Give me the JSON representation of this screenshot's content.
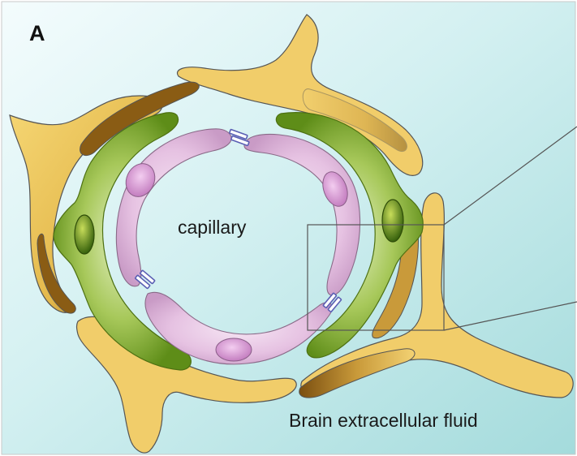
{
  "panel_label": "A",
  "labels": {
    "capillary": "capillary",
    "extracellular": "Brain extracellular fluid"
  },
  "colors": {
    "background_light": "#eaf8fa",
    "background_dark": "#a6dcdd",
    "astrocyte_fill": "#f1cd6a",
    "astrocyte_dark": "#8a5c14",
    "pericyte_fill": "#7aa826",
    "pericyte_light": "#e4f0c4",
    "endothelial_fill": "#d9aed6",
    "endothelial_light": "#f1dcef",
    "nucleus_fill": "#d58fd1",
    "junction": "#5b5fb4",
    "outline": "#444444"
  }
}
